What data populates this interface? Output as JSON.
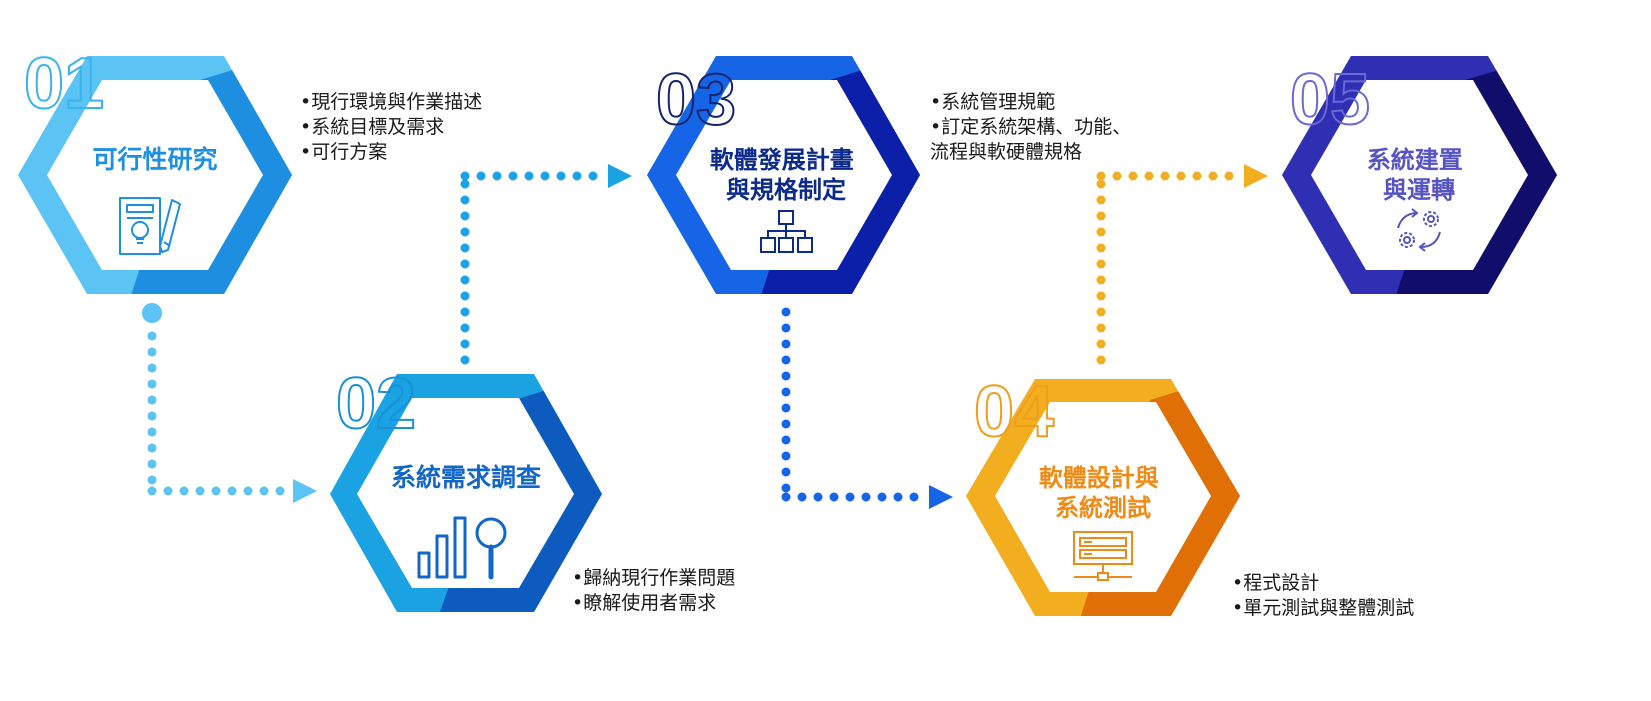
{
  "steps": [
    {
      "num": "01",
      "title_lines": [
        "可行性研究"
      ],
      "icon": "report-lightbulb-pencil-icon",
      "details": [
        "•現行環境與作業描述",
        "•系統目標及需求",
        "•可行方案"
      ],
      "colors": {
        "light": "#5cc4f4",
        "dark": "#1e8fe0",
        "text": "#1f8fe0",
        "number": "#3ab2ee"
      }
    },
    {
      "num": "02",
      "title_lines": [
        "系統需求調查"
      ],
      "icon": "bar-chart-magnifier-icon",
      "details": [
        "•歸納現行作業問題",
        "•瞭解使用者需求"
      ],
      "colors": {
        "light": "#1aa2e3",
        "dark": "#0d5bbf",
        "text": "#1266c7",
        "number": "#1990d8"
      }
    },
    {
      "num": "03",
      "title_lines": [
        "軟體發展計畫",
        "與規格制定"
      ],
      "icon": "org-chart-icon",
      "details": [
        "•系統管理規範",
        "•訂定系統架構、功能、",
        " 流程與軟硬體規格"
      ],
      "colors": {
        "light": "#1565e6",
        "dark": "#0c1fa8",
        "text": "#0b2a8a",
        "number": "#16246e"
      }
    },
    {
      "num": "04",
      "title_lines": [
        "軟體設計與",
        "系統測試"
      ],
      "icon": "server-monitor-icon",
      "details": [
        "•程式設計",
        "•單元測試與整體測試"
      ],
      "colors": {
        "light": "#f2ae1f",
        "dark": "#e06f06",
        "text": "#f08a16",
        "number": "#ef9d1e"
      }
    },
    {
      "num": "05",
      "title_lines": [
        "系統建置",
        "與運轉"
      ],
      "icon": "gears-cycle-icon",
      "details": [],
      "colors": {
        "light": "#2e2fb3",
        "dark": "#110e6b",
        "text": "#5653c2",
        "number": "#6b69d6"
      }
    }
  ]
}
